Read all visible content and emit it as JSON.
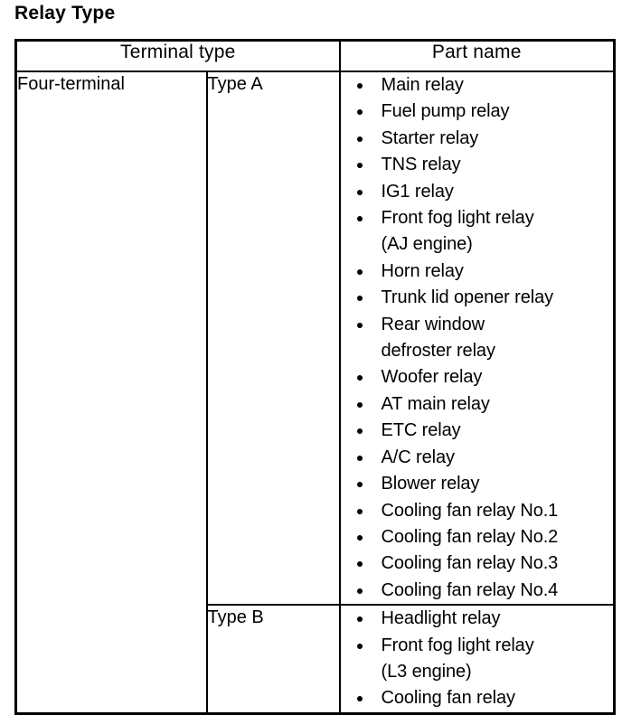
{
  "page": {
    "title": "Relay Type"
  },
  "table": {
    "headers": {
      "terminal_type": "Terminal type",
      "part_name": "Part name"
    },
    "rows": [
      {
        "terminal": "Four-terminal",
        "type_label": "Type A",
        "parts": [
          "Main relay",
          "Fuel pump relay",
          "Starter relay",
          "TNS relay",
          "IG1 relay",
          "Front fog light relay\n(AJ engine)",
          "Horn relay",
          "Trunk lid opener relay",
          "Rear window\ndefroster relay",
          "Woofer relay",
          "AT main relay",
          "ETC relay",
          "A/C relay",
          "Blower relay",
          "Cooling fan relay No.1",
          "Cooling fan relay No.2",
          "Cooling fan relay No.3",
          "Cooling fan relay No.4"
        ]
      },
      {
        "terminal": "",
        "type_label": "Type B",
        "parts": [
          "Headlight relay",
          "Front fog light relay\n(L3 engine)",
          "Cooling fan relay"
        ]
      }
    ]
  },
  "colors": {
    "ink": "#000000",
    "paper": "#ffffff"
  }
}
